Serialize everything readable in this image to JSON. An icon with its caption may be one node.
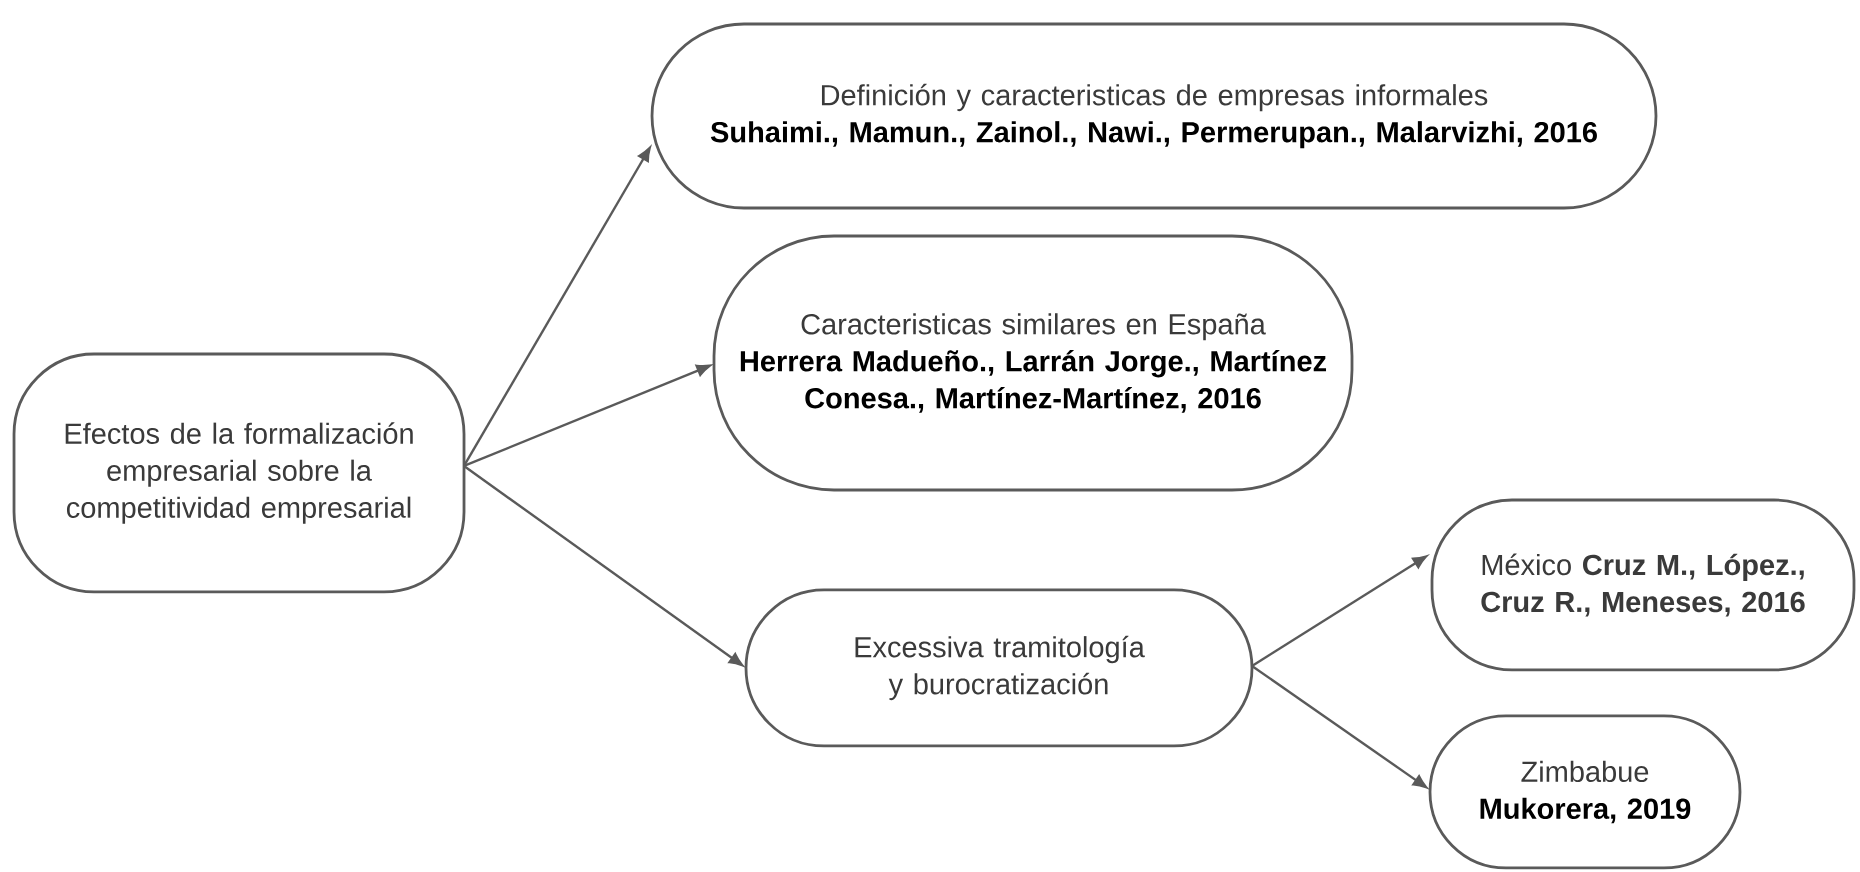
{
  "diagram": {
    "nodes": [
      {
        "text": [
          "Efectos de la formalización empresarial sobre la competitividad empresarial"
        ]
      },
      {
        "text": [
          "Definición y caracteristicas de empresas informales",
          "Suhaimi., Mamun., Zainol., Nawi., Permerupan., Malarvizhi, 2016"
        ]
      },
      {
        "text": [
          "Caracteristicas similares en España",
          "Herrera Madueño., Larrán Jorge., Martínez Conesa., Martínez-Martínez, 2016"
        ]
      },
      {
        "text": [
          "Excessiva tramitología y burocratización"
        ]
      },
      {
        "text": [
          "México **Cruz M., López., Cruz R., Meneses, 2016**"
        ]
      },
      {
        "text": [
          "Zimbabue",
          "Mukorera, 2019"
        ]
      }
    ],
    "edges": [
      {
        "from": 0,
        "to": 1,
        "arrow": "to"
      },
      {
        "from": 0,
        "to": 2,
        "arrow": "to"
      },
      {
        "from": 0,
        "to": 3,
        "arrow": "to"
      },
      {
        "from": 3,
        "to": 4,
        "arrow": "to"
      },
      {
        "from": 3,
        "to": 5,
        "arrow": "to"
      }
    ]
  }
}
